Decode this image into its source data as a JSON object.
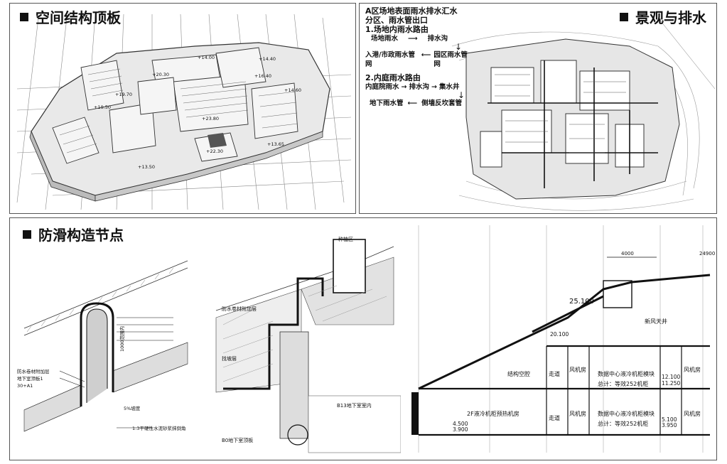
{
  "panels": {
    "roof": {
      "title": "空间结构顶板",
      "elevations": [
        "+19.70",
        "+20.30",
        "+14.00",
        "+14.40",
        "+19.50",
        "+23.80",
        "+22.30",
        "+13.50",
        "+13.65",
        "+14.60",
        "+16.40"
      ]
    },
    "landscape": {
      "title": "景观与排水",
      "drainage": {
        "heading1": "A区场地表面雨水排水汇水",
        "heading2": "分区、雨水管出口",
        "sec1_title": "1.场地内雨水路由",
        "sec1_row1_a": "场地雨水",
        "sec1_row1_b": "排水沟",
        "sec1_row2_a": "入港/市政雨水管网",
        "sec1_row2_b": "园区雨水管网",
        "sec2_title": "2.内庭雨水路由",
        "sec2_row1_a": "内庭院雨水",
        "sec2_row1_b": "排水沟",
        "sec2_row1_c": "集水井",
        "sec2_row2_a": "地下雨水管",
        "sec2_row2_b": "侧墙反坎套管"
      }
    },
    "antislip": {
      "title": "防滑构造节点",
      "left_labels": [
        "防水卷材附加层",
        "地下室顶板1",
        "30+A1",
        "1:3干硬性水泥砂浆抹倒角",
        "5%坡度",
        "1000范围内"
      ],
      "middle_labels": [
        "种植区",
        "B13地下室室内",
        "B0地下室顶板",
        "防水卷材附加层",
        "找坡层"
      ]
    },
    "section": {
      "dims": [
        "4000",
        "24900"
      ],
      "levels": [
        "25.100",
        "20.100",
        "12.100",
        "11.250",
        "4.500",
        "3.900",
        "5.100",
        "3.950"
      ],
      "rooms": [
        "新风天井",
        "结构空腔",
        "走道",
        "风机房",
        "数据中心液冷机柜模块",
        "总计：等效252机柜",
        "风机房",
        "2F液冷机柜预热机房",
        "走道",
        "风机房",
        "数据中心液冷机柜模块",
        "总计：等效252机柜",
        "风机房"
      ]
    }
  },
  "colors": {
    "ink": "#111111",
    "line": "#555555",
    "hatch": "#888888",
    "fill_light": "#e6e6e6"
  }
}
